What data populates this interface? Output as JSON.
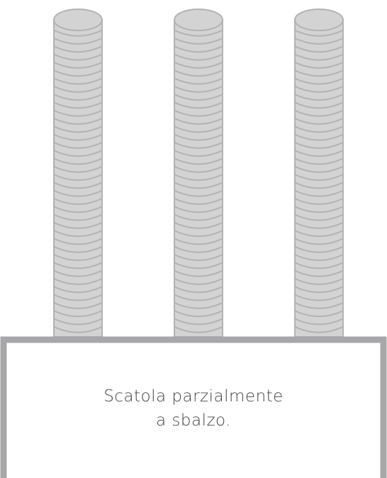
{
  "caption": {
    "line1": "Scatola parzialmente",
    "line2": "a sbalzo."
  },
  "colors": {
    "rod_fill": "#d3d3d3",
    "rod_ridge": "#b3b3b3",
    "box_border": "#a7a7a9",
    "caption_text": "#444444"
  },
  "rods": [
    {
      "name": "rod-left"
    },
    {
      "name": "rod-middle"
    },
    {
      "name": "rod-right"
    }
  ]
}
